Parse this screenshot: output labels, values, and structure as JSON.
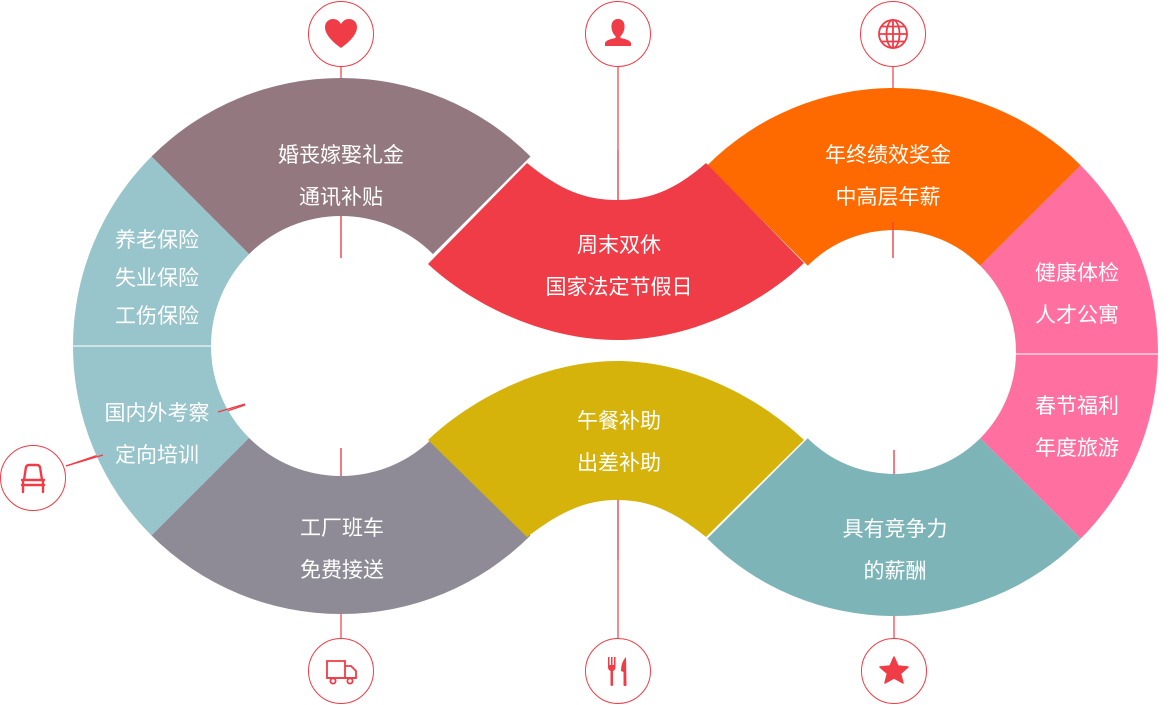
{
  "colors": {
    "accent": "#f03c47",
    "seg_marriage": "#94787f",
    "seg_insurance": "#98c4cb",
    "seg_weekend": "#f03c47",
    "seg_bonus": "#ff6a00",
    "seg_health": "#ff6fa0",
    "seg_shuttle": "#8e8b96",
    "seg_meal": "#d6b30b",
    "seg_salary": "#7db4b8"
  },
  "segments": {
    "marriage": [
      "婚丧嫁娶礼金",
      "通讯补贴"
    ],
    "insurance": [
      "养老保险",
      "失业保险",
      "工伤保险"
    ],
    "training": [
      "国内外考察",
      "定向培训"
    ],
    "weekend": [
      "周末双休",
      "国家法定节假日"
    ],
    "bonus": [
      "年终绩效奖金",
      "中高层年薪"
    ],
    "health": [
      "健康体检",
      "人才公寓"
    ],
    "festival": [
      "春节福利",
      "年度旅游"
    ],
    "shuttle": [
      "工厂班车",
      "免费接送"
    ],
    "meal": [
      "午餐补助",
      "出差补助"
    ],
    "salary": [
      "具有竞争力",
      "的薪酬"
    ]
  },
  "icons": {
    "top_left": "heart-icon",
    "top_middle": "user-icon",
    "top_right": "globe-icon",
    "left": "chair-icon",
    "bottom_left": "truck-icon",
    "bottom_middle": "fork-knife-icon",
    "bottom_right": "star-icon"
  }
}
